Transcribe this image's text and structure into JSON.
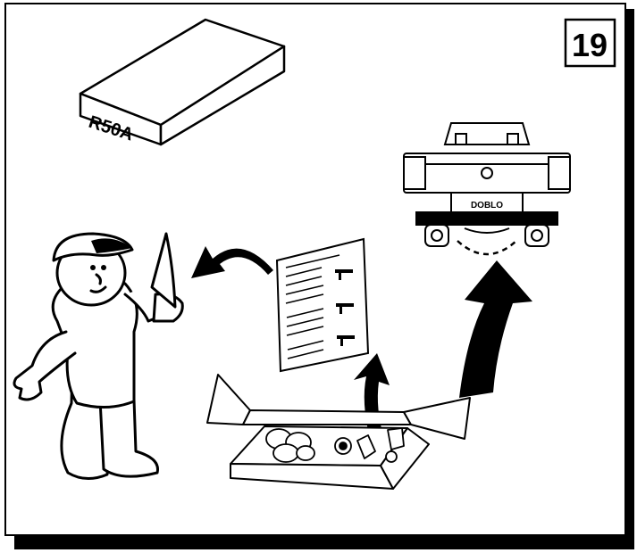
{
  "step_number": "19",
  "box_label": "R50A",
  "vehicle_badge": "DOBLO",
  "colors": {
    "ink": "#000000",
    "paper": "#ffffff"
  },
  "icons": [
    "kit-box-icon",
    "mechanic-figure",
    "instruction-sheet-icon",
    "parts-box-icon",
    "vehicle-rear-icon",
    "arrow-icon"
  ]
}
